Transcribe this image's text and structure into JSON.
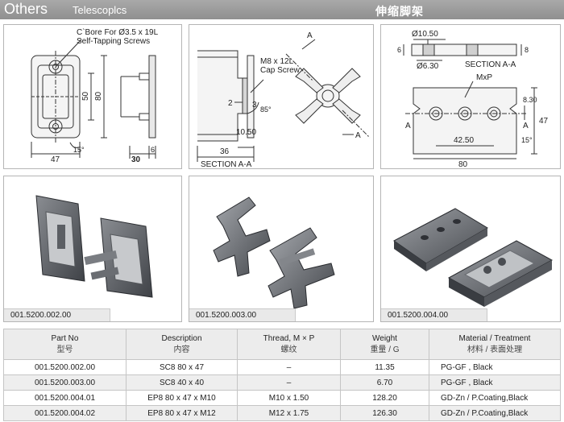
{
  "header": {
    "category": "Others",
    "subtitle": "Telescoplcs",
    "title_cn": "伸缩脚架"
  },
  "drawings": {
    "d1": {
      "callout_line1": "C`Bore For Ø3.5 x 19L",
      "callout_line2": "Self-Tapping Screws",
      "dim_50": "50",
      "dim_80": "80",
      "dim_47": "47",
      "dim_15": "15°",
      "dim_30": "30",
      "dim_6": "6"
    },
    "d2": {
      "callout_line1": "M8 x 12L",
      "callout_line2": "Cap Screw",
      "dim_2": "2",
      "dim_3": "3",
      "dim_85": "85°",
      "dim_1050": "10.50",
      "dim_36": "36",
      "section_label": "SECTION A-A",
      "mark_a1": "A",
      "mark_a2": "A"
    },
    "d3": {
      "dim_d1050": "Ø10.50",
      "dim_d630": "Ø6.30",
      "dim_6": "6",
      "dim_8": "8",
      "section_label": "SECTION A-A",
      "mxp": "MxP",
      "dim_830": "8.30",
      "dim_47": "47",
      "dim_4250": "42.50",
      "dim_80": "80",
      "dim_15": "15°",
      "mark_a1": "A",
      "mark_a2": "A"
    }
  },
  "products": [
    {
      "code": "001.5200.002.00"
    },
    {
      "code": "001.5200.003.00"
    },
    {
      "code": "001.5200.004.00"
    }
  ],
  "table": {
    "headers": [
      {
        "en": "Part No",
        "cn": "型号"
      },
      {
        "en": "Description",
        "cn": "内容"
      },
      {
        "en": "Thread, M × P",
        "cn": "螺纹"
      },
      {
        "en": "Weight",
        "cn": "重量 / G"
      },
      {
        "en": "Material / Treatment",
        "cn": "材料 / 表面处理"
      }
    ],
    "rows": [
      {
        "part": "001.5200.002.00",
        "desc": "SC8 80 x 47",
        "thread": "–",
        "weight": "11.35",
        "material": "PG-GF , Black"
      },
      {
        "part": "001.5200.003.00",
        "desc": "SC8 40 x 40",
        "thread": "–",
        "weight": "6.70",
        "material": "PG-GF , Black"
      },
      {
        "part": "001.5200.004.01",
        "desc": "EP8 80 x 47 x M10",
        "thread": "M10 x 1.50",
        "weight": "128.20",
        "material": "GD-Zn / P.Coating,Black"
      },
      {
        "part": "001.5200.004.02",
        "desc": "EP8 80 x 47 x M12",
        "thread": "M12 x 1.75",
        "weight": "126.30",
        "material": "GD-Zn / P.Coating,Black"
      }
    ]
  }
}
